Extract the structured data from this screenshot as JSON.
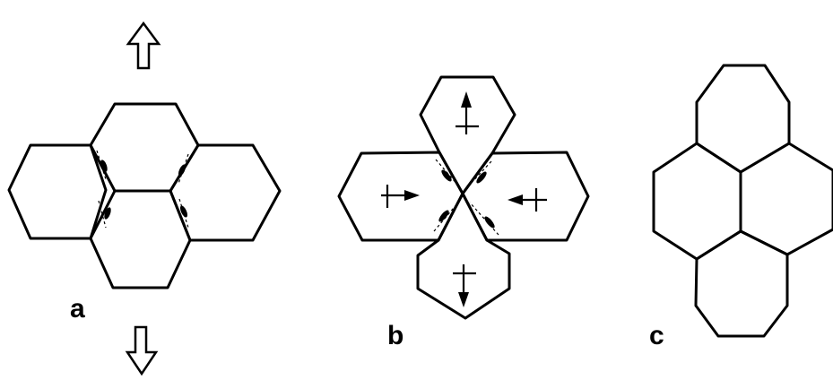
{
  "panels": [
    {
      "id": "a",
      "label": "a"
    },
    {
      "id": "b",
      "label": "b"
    },
    {
      "id": "c",
      "label": "c"
    }
  ]
}
